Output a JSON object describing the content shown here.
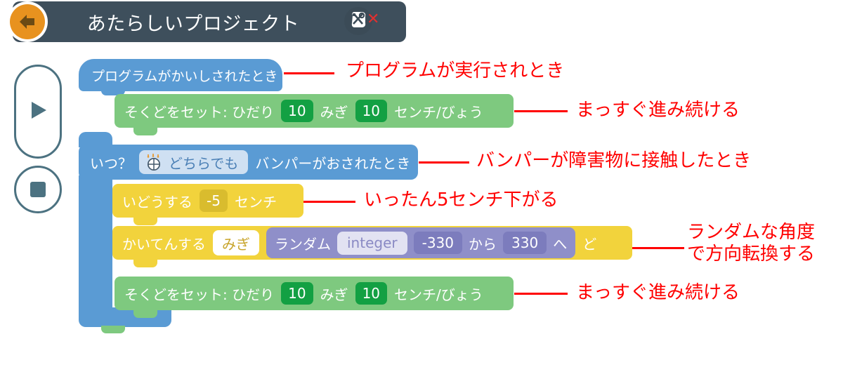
{
  "header": {
    "back_icon": "back-arrow-icon",
    "title": "あたらしいプロジェクト",
    "tool_icon": "tools-icon",
    "close_mark": "✕"
  },
  "controls": {
    "play_icon": "play-icon",
    "stop_icon": "stop-icon"
  },
  "blocks": {
    "hat": {
      "label": "プログラムがかいしされたとき"
    },
    "speed1": {
      "label": "そくどをセット: ひだり",
      "left_value": "10",
      "mid_label": "みぎ",
      "right_value": "10",
      "unit": "センチ/びょう"
    },
    "when": {
      "label": "いつ？",
      "sensor_icon": "bumper-icon",
      "dropdown_value": "どちらでも",
      "event_label": "バンパーがおされたとき"
    },
    "move": {
      "label": "いどうする",
      "value": "-5",
      "unit": "センチ"
    },
    "turn": {
      "label": "かいてんする",
      "direction": "みぎ",
      "suffix": "ど"
    },
    "random": {
      "label": "ランダム",
      "type": "integer",
      "from_value": "-330",
      "from_label": "から",
      "to_value": "330",
      "to_label": "へ"
    },
    "speed2": {
      "label": "そくどをセット: ひだり",
      "left_value": "10",
      "mid_label": "みぎ",
      "right_value": "10",
      "unit": "センチ/びょう"
    }
  },
  "annotations": {
    "a1": "プログラムが実行されとき",
    "a2": "まっすぐ進み続ける",
    "a3": "バンパーが障害物に接触したとき",
    "a4": "いったん5センチ下がる",
    "a5_line1": "ランダムな角度",
    "a5_line2": "で方向転換する",
    "a6": "まっすぐ進み続ける"
  },
  "colors": {
    "header_bg": "#3e4f5c",
    "accent_orange": "#e8921f",
    "control_outline": "#4c7281",
    "block_blue": "#5a9bd4",
    "block_green": "#7ec97f",
    "green_field": "#13a043",
    "block_yellow": "#f2d33c",
    "yellow_field": "#d9bc2e",
    "block_purple": "#8f8fc9",
    "purple_field": "#7c7cbd",
    "annotation_red": "#ff0000"
  }
}
